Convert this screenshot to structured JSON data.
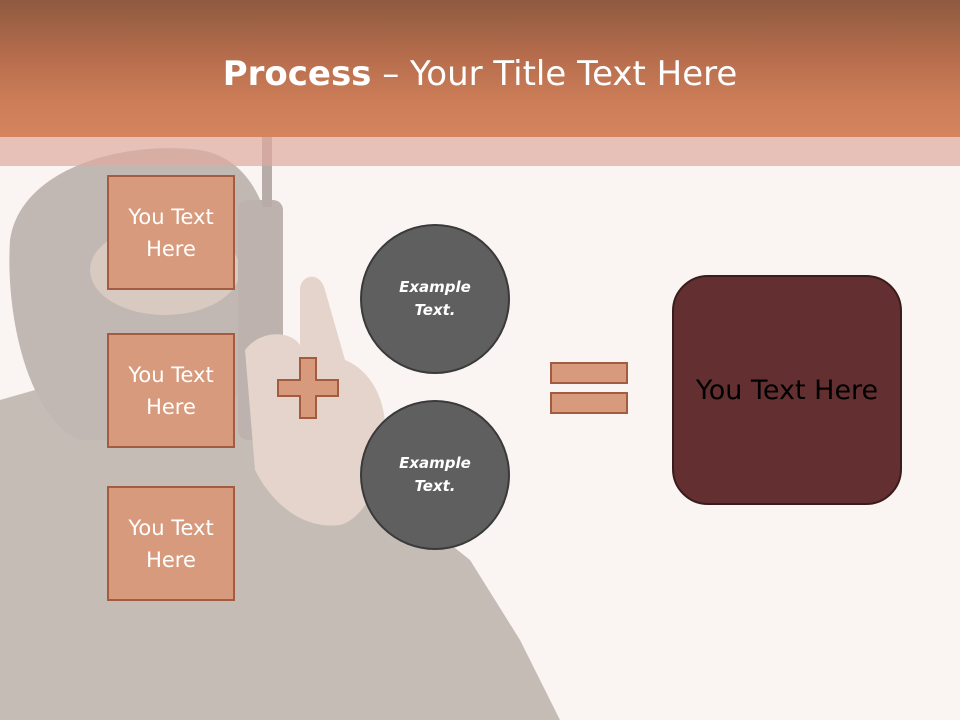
{
  "header": {
    "title_bold": "Process",
    "title_rest": " – Your Title Text Here"
  },
  "left_boxes": [
    {
      "label": "You Text Here"
    },
    {
      "label": "You Text Here"
    },
    {
      "label": "You Text Here"
    }
  ],
  "circles": [
    {
      "label": "Example Text."
    },
    {
      "label": "Example Text."
    }
  ],
  "result": {
    "label": "You Text Here"
  },
  "colors": {
    "header": "#cd7e58",
    "box_fill": "#d89a7c",
    "box_border": "#a35c40",
    "circle_fill": "#5f5f5f",
    "result_fill": "#632f30",
    "operator": "#d89a7c"
  }
}
